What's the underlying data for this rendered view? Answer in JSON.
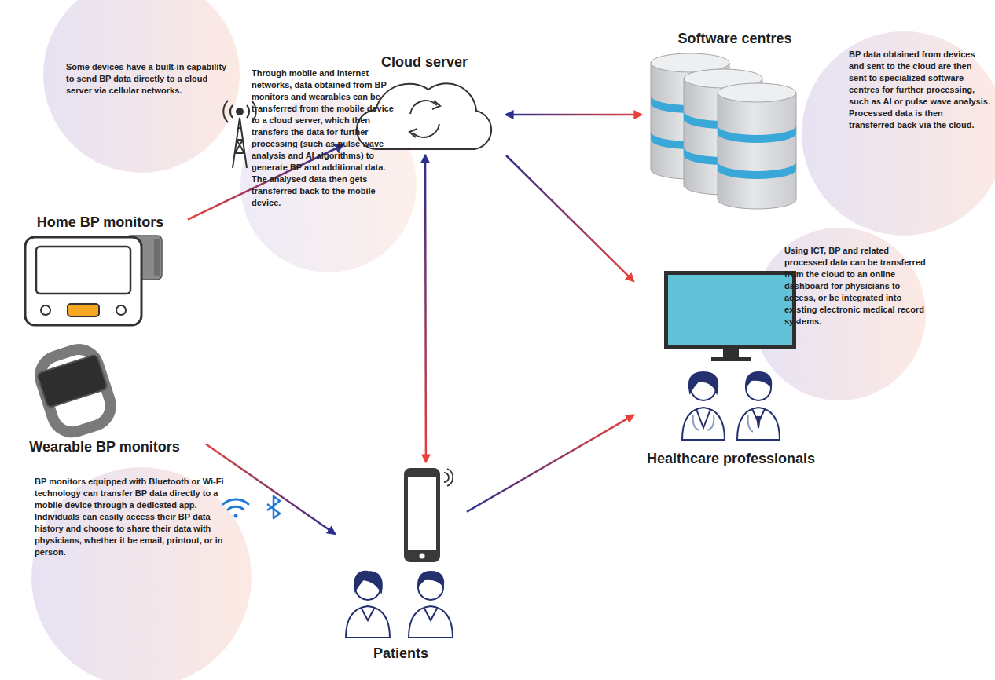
{
  "diagram": {
    "nodes": [
      {
        "text": [
          "Some devices have a built-in capability to send BP data directly to a cloud server via cellular networks."
        ]
      },
      {
        "text": [
          "Cloud server"
        ]
      },
      {
        "text": [
          "Software centres"
        ]
      },
      {
        "text": [
          "BP data obtained from devices and sent to the cloud are then sent to specialized software centres for further processing, such as AI or pulse wave analysis. Processed data is then transferred back via the cloud."
        ]
      },
      {
        "text": [
          "Home BP monitors"
        ]
      },
      {
        "text": [
          "Through mobile and internet networks, data obtained from BP monitors and wearables can be transferred from the mobile device to a cloud server, which then transfers the data for further processing (such as pulse wave analysis and AI algorithms) to generate BP and additional data. The analysed data then gets transferred back to the mobile device."
        ]
      },
      {
        "text": [
          "Using ICT, BP and related processed data can be transferred from the cloud to an online dashboard for physicians to access, or be integrated into existing electronic medical record systems."
        ]
      },
      {
        "text": [
          "Healthcare professionals"
        ]
      },
      {
        "text": [
          "Wearable BP monitors"
        ]
      },
      {
        "text": [
          "Patients"
        ]
      },
      {
        "text": [
          "BP monitors equipped with Bluetooth or Wi-Fi technology can transfer BP data directly to a mobile device through a dedicated app. Individuals can easily access their BP data history and choose to share their data with physicians, whether it be email, printout, or in person."
        ]
      }
    ],
    "edges": [
      {
        "from": 4,
        "to": 1,
        "arrow": "to"
      },
      {
        "from": 8,
        "to": 9,
        "arrow": "to"
      },
      {
        "from": 1,
        "to": 2,
        "arrow": "both"
      },
      {
        "from": 1,
        "to": 9,
        "arrow": "both"
      },
      {
        "from": 1,
        "to": 7,
        "arrow": "to"
      },
      {
        "from": 9,
        "to": 7,
        "arrow": "to"
      }
    ]
  }
}
